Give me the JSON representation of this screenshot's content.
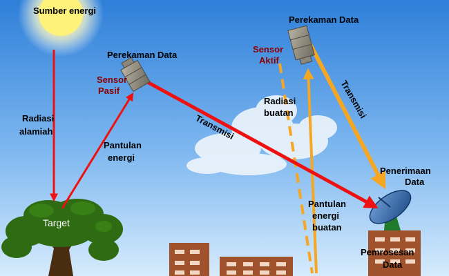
{
  "diagram": {
    "labels": {
      "energy_source": "Sumber energi",
      "natural_radiation_line1": "Radiasi",
      "natural_radiation_line2": "alamiah",
      "target": "Target",
      "energy_reflection_line1": "Pantulan",
      "energy_reflection_line2": "energi",
      "passive_recording": "Perekaman Data",
      "passive_sensor_line1": "Sensor",
      "passive_sensor_line2": "Pasif",
      "transmission_passive": "Transmisi",
      "active_recording": "Perekaman Data",
      "active_sensor_line1": "Sensor",
      "active_sensor_line2": "Aktif",
      "artificial_radiation_line1": "Radiasi",
      "artificial_radiation_line2": "buatan",
      "transmission_active": "Transmisi",
      "receiving_line1": "Penerimaan",
      "receiving_line2": "Data",
      "artificial_reflection_line1": "Pantulan",
      "artificial_reflection_line2": "energi",
      "artificial_reflection_line3": "buatan",
      "processing_line1": "Pemrosesan",
      "processing_line2": "Data"
    },
    "colors": {
      "sky_top": "#2e7fd9",
      "sky_bottom": "#cfe6fb",
      "passive_path": "#ee1111",
      "active_path": "#f5a623",
      "tree": "#2f6b12",
      "building": "#a0522d"
    },
    "icons": [
      "sun-icon",
      "cloud-icon",
      "satellite-icon",
      "tree-icon",
      "dish-antenna-icon",
      "building-icon"
    ]
  }
}
